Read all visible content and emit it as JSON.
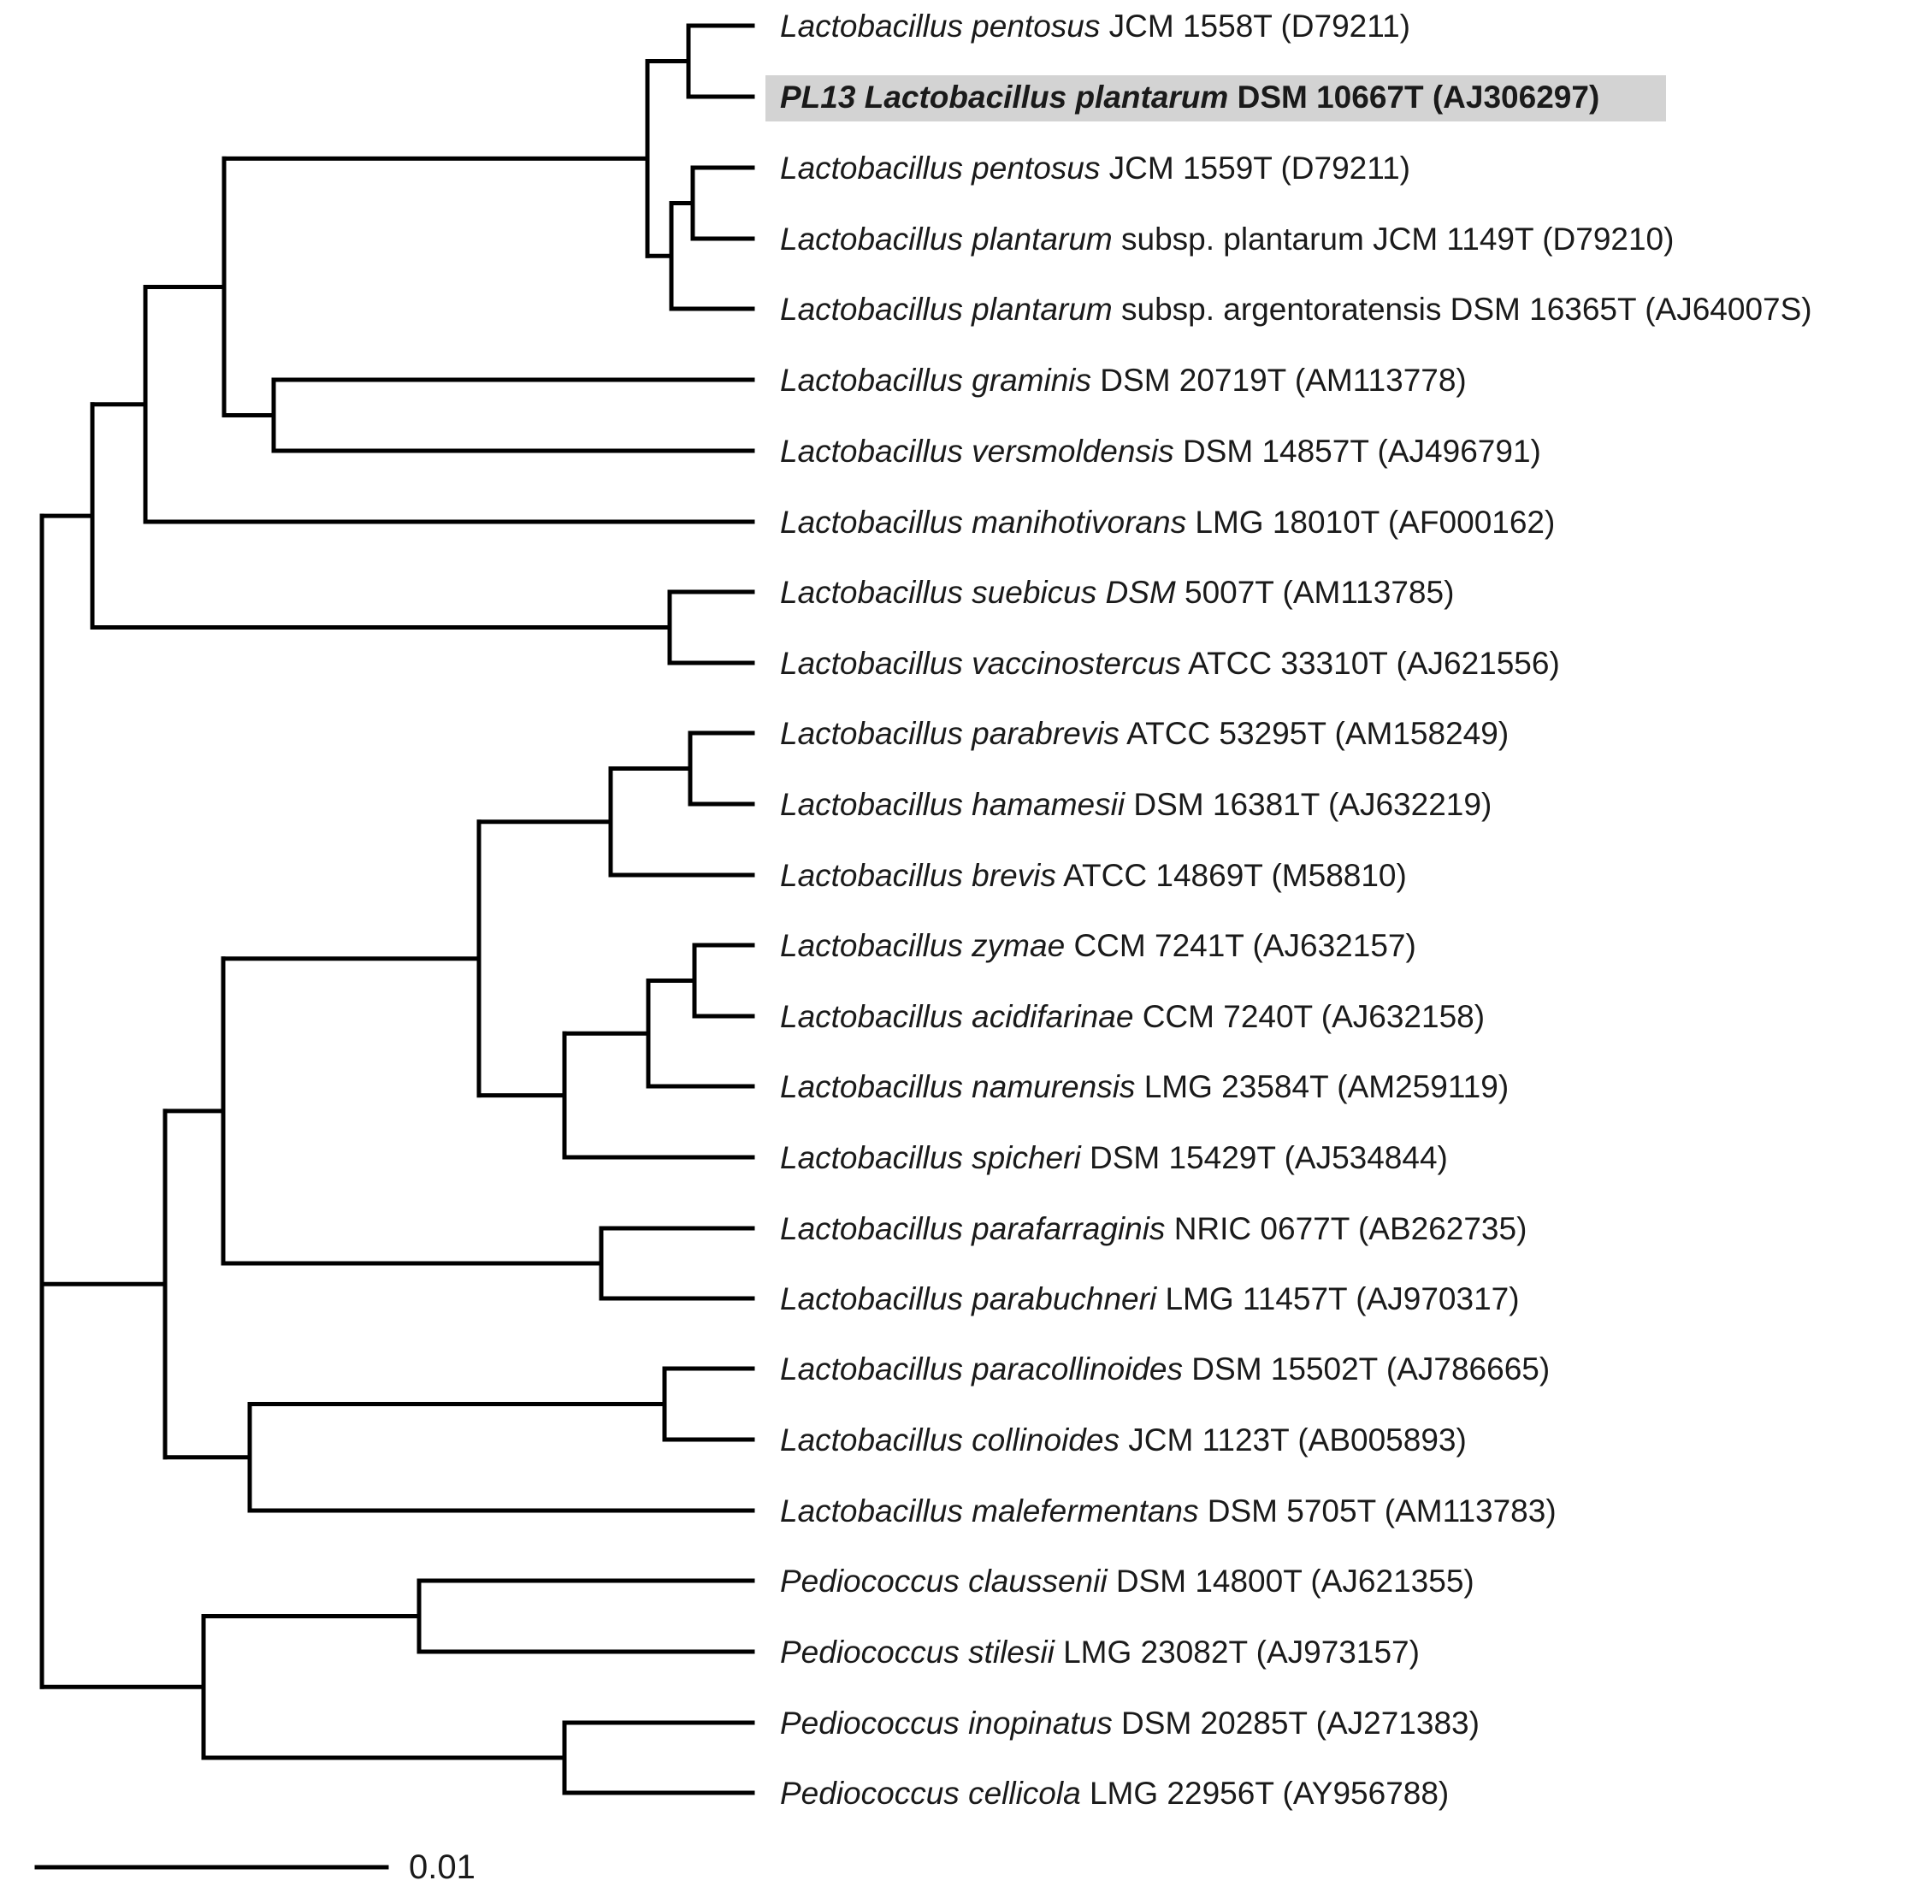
{
  "tree": {
    "highlight_color": "#d3d3d3",
    "line_color": "#000000",
    "highlighted_taxon": 1,
    "taxa": [
      {
        "species": "Lactobacillus pentosus",
        "rest": "JCM 1558T (D79211)"
      },
      {
        "species": "PL13 Lactobacillus plantarum",
        "rest": "DSM 10667T (AJ306297)"
      },
      {
        "species": "Lactobacillus pentosus",
        "rest": "JCM 1559T (D79211)"
      },
      {
        "species": "Lactobacillus plantarum",
        "rest": "subsp. plantarum JCM 1149T (D79210)"
      },
      {
        "species": "Lactobacillus plantarum",
        "rest": "subsp. argentoratensis DSM 16365T (AJ64007S)"
      },
      {
        "species": "Lactobacillus graminis",
        "rest": "DSM 20719T (AM113778)"
      },
      {
        "species": "Lactobacillus versmoldensis",
        "rest": "DSM 14857T (AJ496791)"
      },
      {
        "species": "Lactobacillus manihotivorans",
        "rest": "LMG 18010T (AF000162)"
      },
      {
        "species": "Lactobacillus suebicus DSM",
        "rest": "5007T (AM113785)"
      },
      {
        "species": "Lactobacillus vaccinostercus",
        "rest": "ATCC 33310T (AJ621556)"
      },
      {
        "species": "Lactobacillus parabrevis",
        "rest": "ATCC 53295T (AM158249)"
      },
      {
        "species": "Lactobacillus hamamesii",
        "rest": "DSM 16381T (AJ632219)"
      },
      {
        "species": "Lactobacillus brevis",
        "rest": "ATCC 14869T (M58810)"
      },
      {
        "species": "Lactobacillus zymae",
        "rest": "CCM 7241T (AJ632157)"
      },
      {
        "species": "Lactobacillus acidifarinae",
        "rest": "CCM 7240T (AJ632158)"
      },
      {
        "species": "Lactobacillus namurensis",
        "rest": "LMG 23584T (AM259119)"
      },
      {
        "species": "Lactobacillus spicheri",
        "rest": "DSM 15429T (AJ534844)"
      },
      {
        "species": "Lactobacillus parafarraginis",
        "rest": "NRIC 0677T (AB262735)"
      },
      {
        "species": "Lactobacillus parabuchneri",
        "rest": "LMG 11457T (AJ970317)"
      },
      {
        "species": "Lactobacillus paracollinoides",
        "rest": "DSM 15502T (AJ786665)"
      },
      {
        "species": "Lactobacillus collinoides",
        "rest": "JCM 1123T (AB005893)"
      },
      {
        "species": "Lactobacillus malefermentans",
        "rest": "DSM 5705T (AM113783)"
      },
      {
        "species": "Pediococcus claussenii",
        "rest": "DSM 14800T (AJ621355)"
      },
      {
        "species": "Pediococcus stilesii",
        "rest": "LMG 23082T (AJ973157)"
      },
      {
        "species": "Pediococcus inopinatus",
        "rest": "DSM 20285T (AJ271383)"
      },
      {
        "species": "Pediococcus cellicola",
        "rest": "LMG 22956T (AY956788)"
      }
    ]
  },
  "scale_bar": {
    "label": "0.01"
  }
}
